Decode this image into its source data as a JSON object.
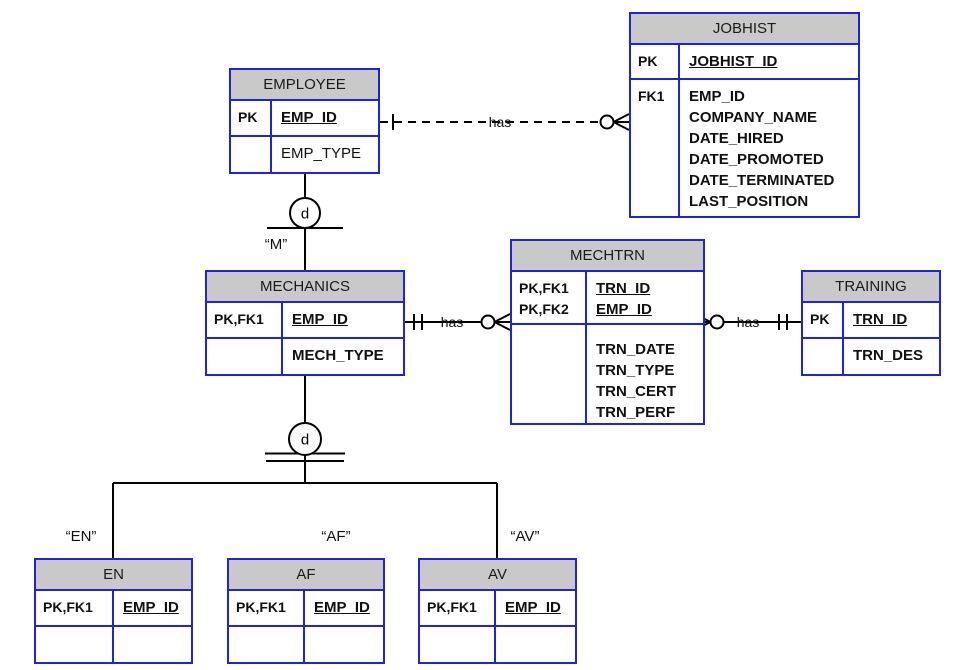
{
  "diagram_type": "entity-relationship-diagram",
  "colors": {
    "entity_border": "#2222dd",
    "header_fill": "#c9c9c9",
    "connector": "#000000",
    "background": "#ffffff"
  },
  "tables": {
    "jobhist": {
      "name": "JOBHIST",
      "rows": [
        {
          "key": "PK",
          "attrs": [
            "JOBHIST_ID"
          ]
        },
        {
          "key": "FK1",
          "attrs": [
            "EMP_ID",
            "COMPANY_NAME",
            "DATE_HIRED",
            "DATE_PROMOTED",
            "DATE_TERMINATED",
            "LAST_POSITION"
          ]
        }
      ]
    },
    "employee": {
      "name": "EMPLOYEE",
      "rows": [
        {
          "key": "PK",
          "attrs": [
            "EMP_ID"
          ]
        },
        {
          "key": "",
          "attrs": [
            "EMP_TYPE"
          ]
        }
      ]
    },
    "mechanics": {
      "name": "MECHANICS",
      "rows": [
        {
          "key": "PK,FK1",
          "attrs": [
            "EMP_ID"
          ]
        },
        {
          "key": "",
          "attrs": [
            "MECH_TYPE"
          ]
        }
      ]
    },
    "mechtrn": {
      "name": "MECHTRN",
      "rows": [
        {
          "keys": [
            "PK,FK1",
            "PK,FK2"
          ],
          "attrs": [
            "TRN_ID",
            "EMP_ID"
          ]
        },
        {
          "keys": [],
          "attrs": [
            "TRN_DATE",
            "TRN_TYPE",
            "TRN_CERT",
            "TRN_PERF"
          ]
        }
      ]
    },
    "training": {
      "name": "TRAINING",
      "rows": [
        {
          "key": "PK",
          "attrs": [
            "TRN_ID"
          ]
        },
        {
          "key": "",
          "attrs": [
            "TRN_DES"
          ]
        }
      ]
    },
    "en": {
      "name": "EN",
      "rows": [
        {
          "key": "PK,FK1",
          "attrs": [
            "EMP_ID"
          ]
        },
        {
          "key": "",
          "attrs": []
        }
      ]
    },
    "af": {
      "name": "AF",
      "rows": [
        {
          "key": "PK,FK1",
          "attrs": [
            "EMP_ID"
          ]
        },
        {
          "key": "",
          "attrs": []
        }
      ]
    },
    "av": {
      "name": "AV",
      "rows": [
        {
          "key": "PK,FK1",
          "attrs": [
            "EMP_ID"
          ]
        },
        {
          "key": "",
          "attrs": []
        }
      ]
    }
  },
  "relationships": [
    {
      "from": "EMPLOYEE",
      "to": "JOBHIST",
      "label": "has",
      "line": "dashed",
      "from_cardinality": "one",
      "to_cardinality": "zero-or-many"
    },
    {
      "from": "MECHANICS",
      "to": "MECHTRN",
      "label": "has",
      "line": "solid",
      "from_cardinality": "one-and-only-one",
      "to_cardinality": "zero-or-many"
    },
    {
      "from": "TRAINING",
      "to": "MECHTRN",
      "label": "has",
      "line": "solid",
      "from_cardinality": "one-and-only-one",
      "to_cardinality": "zero-or-many"
    }
  ],
  "subtypes": [
    {
      "parent": "EMPLOYEE",
      "symbol": "d",
      "discriminator_label": "“M”",
      "completeness": "single-line",
      "children": [
        "MECHANICS"
      ]
    },
    {
      "parent": "MECHANICS",
      "symbol": "d",
      "completeness": "double-line",
      "children": [
        "EN",
        "AF",
        "AV"
      ],
      "child_labels": [
        "“EN”",
        "“AF”",
        "“AV”"
      ]
    }
  ]
}
